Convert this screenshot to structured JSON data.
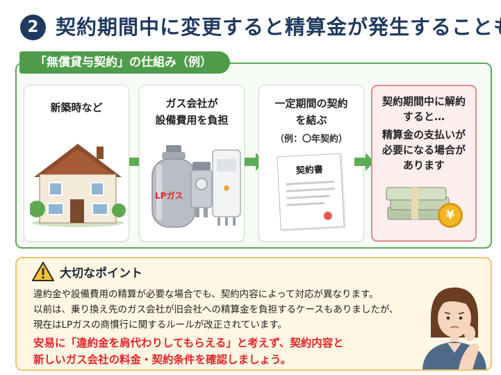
{
  "header": {
    "step_number": "2",
    "title": "契約期間中に変更すると精算金が発生することも"
  },
  "panel": {
    "label": "「無償貸与契約」の仕組み（例）",
    "steps": [
      {
        "lines": [
          "新築時など"
        ]
      },
      {
        "lines": [
          "ガス会社が",
          "設備費用を負担"
        ],
        "cylinder_label": "LPガス"
      },
      {
        "lines": [
          "一定期間の契約",
          "を結ぶ"
        ],
        "sub": "（例：〇年契約）",
        "document_label": "契約書"
      },
      {
        "lines": [
          "契約期間中に解約",
          "すると…",
          "精算金の支払いが",
          "必要になる場合が",
          "あります"
        ],
        "coin_symbol": "¥"
      }
    ]
  },
  "important": {
    "title": "大切なポイント",
    "lines": [
      "違約金や設備費用の精算が必要な場合でも、契約内容によって対応が異なります。",
      "以前は、乗り換え先のガス会社が旧会社への精算金を負担するケースもありましたが、",
      "現在はLPガスの商慣行に関するルールが改正されています。"
    ],
    "warning_lines": [
      "安易に「違約金を肩代わりしてもらえる」と考えず、契約内容と",
      "新しいガス会社の料金・契約条件を確認しましょう。"
    ]
  },
  "colors": {
    "navy": "#1f3a5f",
    "green": "#4e9c4a",
    "arrow_green": "#5cae55",
    "warning_red": "#e0242a",
    "amber": "#f2c36b"
  }
}
